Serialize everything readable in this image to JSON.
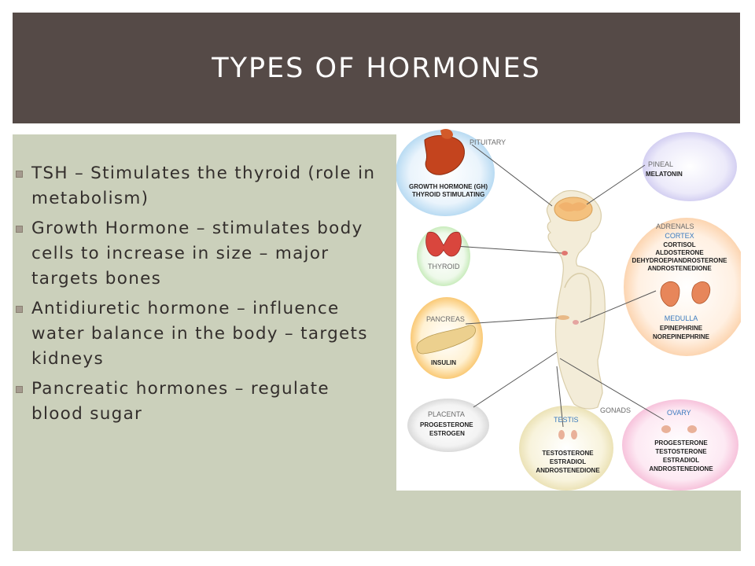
{
  "slide": {
    "title": "TYPES OF HORMONES",
    "bullets": [
      "TSH – Stimulates the thyroid (role in metabolism)",
      "Growth Hormone – stimulates body cells to increase in size – major targets bones",
      "Antidiuretic hormone – influence water balance in the body – targets kidneys",
      "Pancreatic hormones – regulate blood sugar"
    ]
  },
  "diagram": {
    "pituitary": {
      "name": "PITUITARY",
      "lines": [
        "GROWTH HORMONE (GH)",
        "THYROID STIMULATING"
      ]
    },
    "pineal": {
      "name": "PINEAL",
      "lines": [
        "MELATONIN"
      ]
    },
    "thyroid": {
      "name": "THYROID"
    },
    "adrenals": {
      "name": "ADRENALS",
      "cortex": "CORTEX",
      "cortex_lines": [
        "CORTISOL",
        "ALDOSTERONE",
        "DEHYDROEPIANDROSTERONE",
        "ANDROSTENEDIONE"
      ],
      "medulla": "MEDULLA",
      "medulla_lines": [
        "EPINEPHRINE",
        "NOREPINEPHRINE"
      ]
    },
    "pancreas": {
      "name": "PANCREAS",
      "lines": [
        "INSULIN"
      ]
    },
    "placenta": {
      "name": "PLACENTA",
      "lines": [
        "PROGESTERONE",
        "ESTROGEN"
      ]
    },
    "gonads": {
      "name": "GONADS"
    },
    "testis": {
      "name": "TESTIS",
      "lines": [
        "TESTOSTERONE",
        "ESTRADIOL",
        "ANDROSTENEDIONE"
      ]
    },
    "ovary": {
      "name": "OVARY",
      "lines": [
        "PROGESTERONE",
        "TESTOSTERONE",
        "ESTRADIOL",
        "ANDROSTENEDIONE"
      ]
    }
  },
  "colors": {
    "title_bar": "#554a47",
    "content_bg": "#cbd0bb",
    "bullet_text": "#332e2c",
    "bullet_marker": "#a49a8e",
    "label_blue": "#3a7bbf",
    "label_gray": "#6b6b6b"
  }
}
